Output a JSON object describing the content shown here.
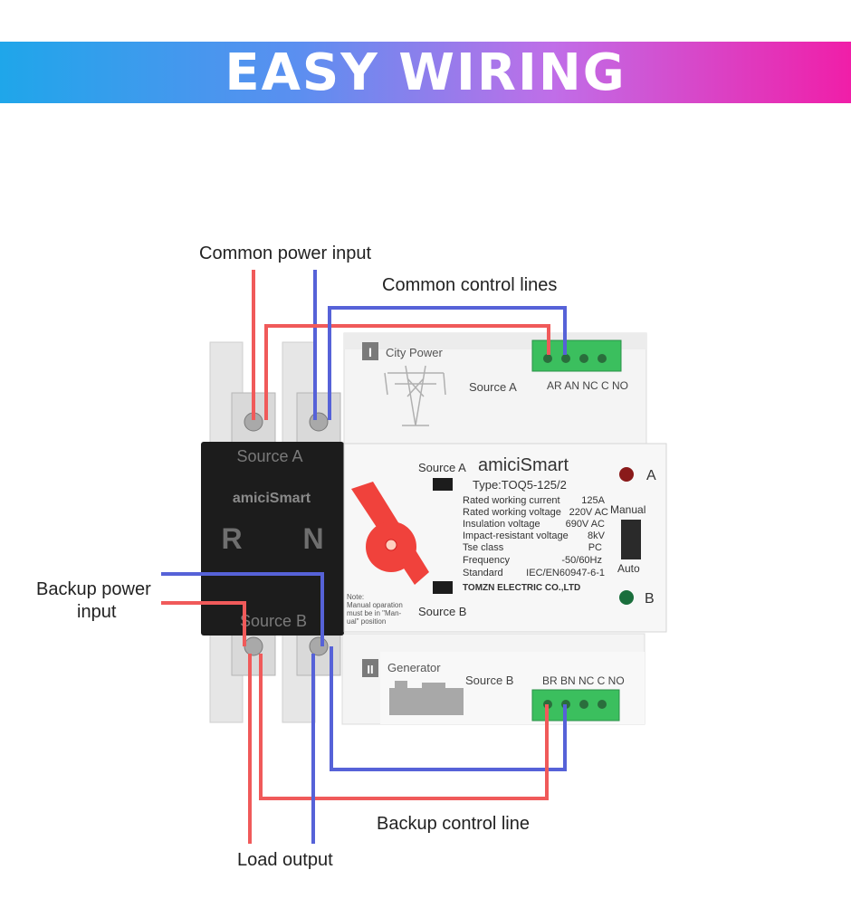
{
  "banner": {
    "title": "EASY WIRING"
  },
  "labels": {
    "common_power_input": "Common power input",
    "common_control_lines": "Common control lines",
    "backup_power_input_1": "Backup power",
    "backup_power_input_2": "input",
    "backup_control_line": "Backup control line",
    "load_output": "Load output"
  },
  "device": {
    "top_section": {
      "roman": "I",
      "name": "City Power",
      "source": "Source  A",
      "terminals": "AR AN NC C NO"
    },
    "bottom_section": {
      "roman": "II",
      "name": "Generator",
      "source": "Source  B",
      "terminals": "BR BN NC C NO"
    },
    "breaker": {
      "source_a": "Source A",
      "source_b": "Source B",
      "brand": "amiciSmart",
      "left": "R",
      "right": "N"
    },
    "panel": {
      "source_a": "Source  A",
      "source_b": "Source  B",
      "brand": "amiciSmart",
      "type": "Type:TOQ5-125/2",
      "specs": [
        [
          "Rated working current",
          "125A"
        ],
        [
          "Rated working voltage",
          "220V AC"
        ],
        [
          "Insulation voltage",
          "690V AC"
        ],
        [
          "Impact-resistant voltage",
          "8kV"
        ],
        [
          "Tse class",
          "PC"
        ],
        [
          "Frequency",
          "-50/60Hz"
        ],
        [
          "Standard",
          "IEC/EN60947-6-1"
        ]
      ],
      "maker": "TOMZN ELECTRIC CO.,LTD",
      "note": [
        "Note:",
        "Manual oparation",
        "must be in  \"Man-",
        "ual\"  position"
      ],
      "indicator_a": "A",
      "indicator_b": "B",
      "manual": "Manual",
      "auto": "Auto"
    }
  },
  "colors": {
    "live_wire": "#f05a5a",
    "neutral_wire": "#5662d8",
    "handle": "#f0423c",
    "terminal": "#3bbf5e"
  }
}
